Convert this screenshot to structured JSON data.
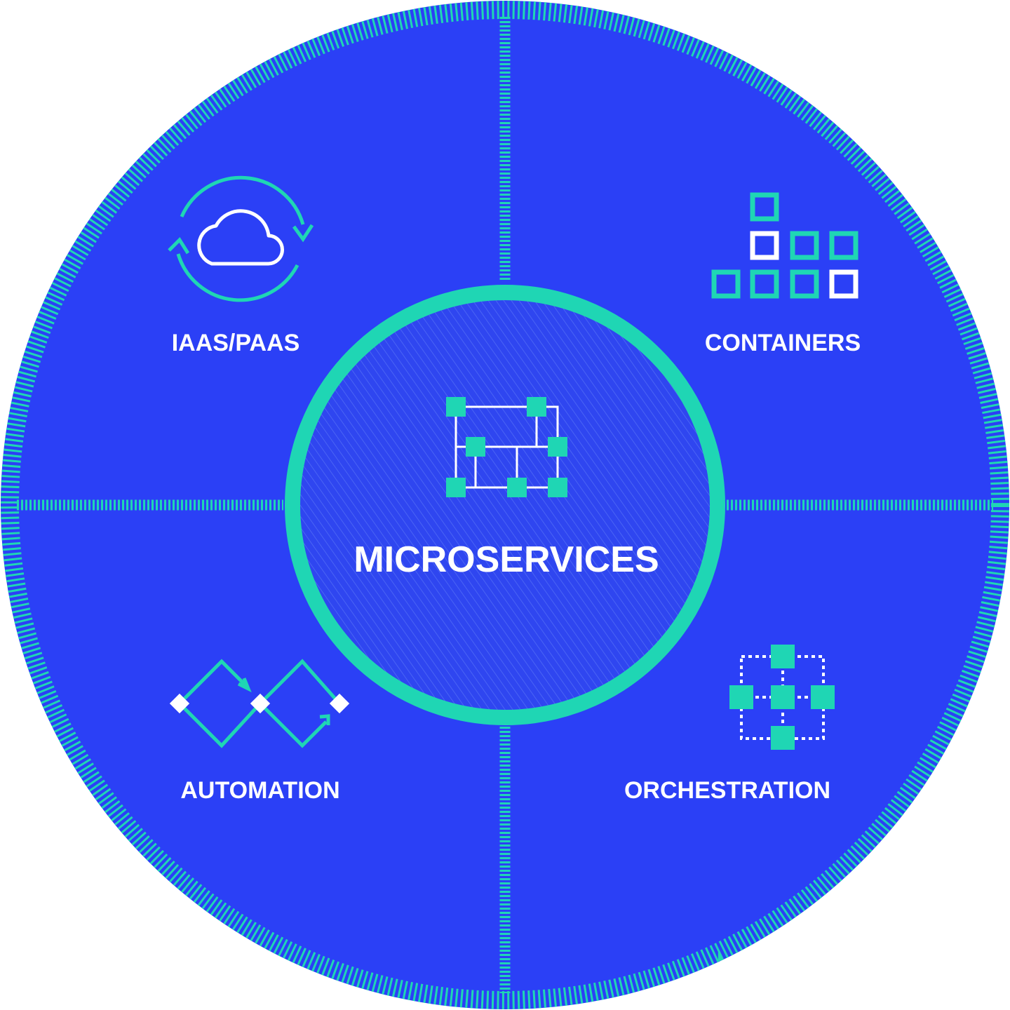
{
  "center": {
    "label": "MICROSERVICES"
  },
  "quadrants": [
    {
      "id": "iaas-paas",
      "label": "IAAS/PAAS",
      "icon": "cloud-cycle-icon"
    },
    {
      "id": "containers",
      "label": "CONTAINERS",
      "icon": "containers-grid-icon"
    },
    {
      "id": "automation",
      "label": "AUTOMATION",
      "icon": "automation-flow-icon"
    },
    {
      "id": "orchestration",
      "label": "ORCHESTRATION",
      "icon": "orchestration-network-icon"
    }
  ],
  "colors": {
    "background": "#2b40f6",
    "accent": "#1fd6b4",
    "text": "#ffffff",
    "center_fill": "#2f46f0"
  }
}
